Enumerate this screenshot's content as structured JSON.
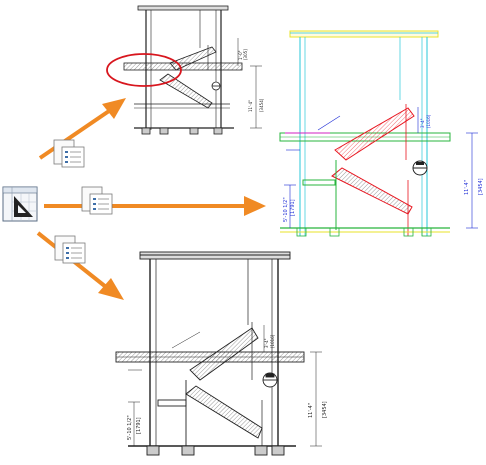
{
  "icons": {
    "source": "drawing-template-icon",
    "doc_top": "drawing-sheet-icon",
    "doc_mid": "drawing-sheet-icon",
    "doc_bot": "drawing-sheet-icon"
  },
  "colors": {
    "arrow": "#f08a24",
    "ink": "#222222",
    "highlight_circle": "#d8161e",
    "stair_red": "#e8141e",
    "wall_cyan": "#27c7d8",
    "beam_green": "#27b43c",
    "dim_blue": "#1c2bd6",
    "floor_yellow": "#e9e32a",
    "icon_blue": "#3f6fa8"
  },
  "drawings": {
    "top": {
      "dim_1": "1'-0\"",
      "dim_1b": "[305]",
      "dim_2": "11'-4\"",
      "dim_2b": "[3454]"
    },
    "right": {
      "dim_1": "3'-4\"",
      "dim_1b": "[1016]",
      "dim_2": "11'-4\"",
      "dim_2b": "[3454]",
      "dim_3": "5'-10 1/2\"",
      "dim_3b": "[1791]"
    },
    "bottom": {
      "dim_1": "3'-4\"",
      "dim_1b": "[1016]",
      "dim_2": "11'-4\"",
      "dim_2b": "[3454]",
      "dim_3": "5'-10 1/2\"",
      "dim_3b": "[1791]"
    }
  }
}
